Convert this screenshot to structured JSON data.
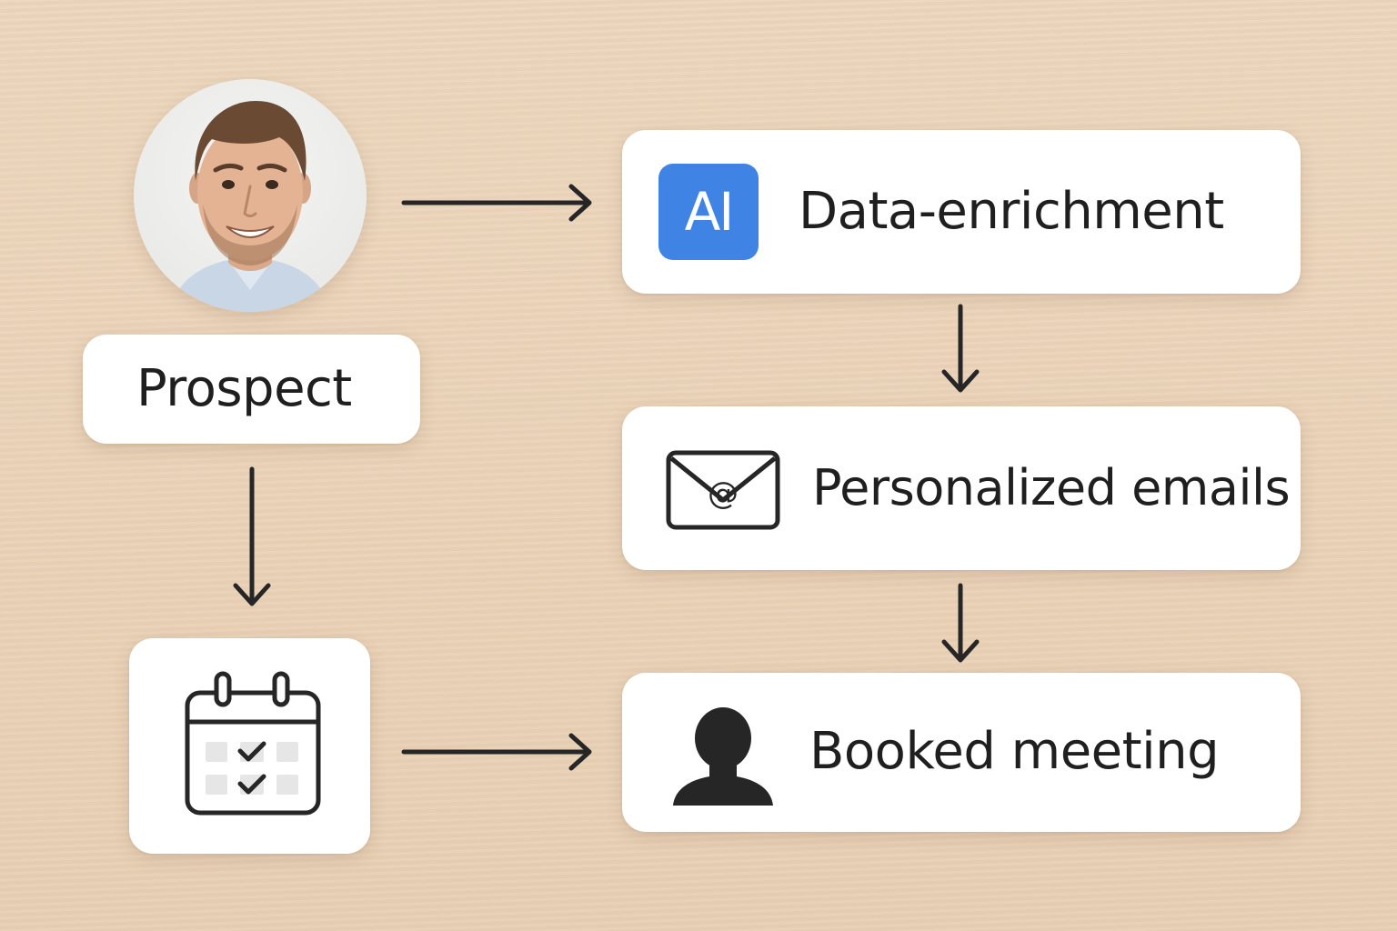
{
  "nodes": {
    "prospect": {
      "label": "Prospect"
    },
    "enrichment": {
      "badge": "AI",
      "label": "Data-enrichment"
    },
    "emails": {
      "label": "Personalized emails"
    },
    "meeting": {
      "label": "Booked meeting"
    }
  },
  "icons": {
    "avatar": "prospect-photo",
    "badge": "ai-badge",
    "emails": "email-envelope-icon",
    "meeting": "person-silhouette-icon",
    "calendar": "calendar-check-icon"
  },
  "colors": {
    "background": "#ecd6bd",
    "card": "#ffffff",
    "text": "#1f1f1f",
    "ai_badge": "#3f83e4",
    "arrow": "#262626"
  }
}
